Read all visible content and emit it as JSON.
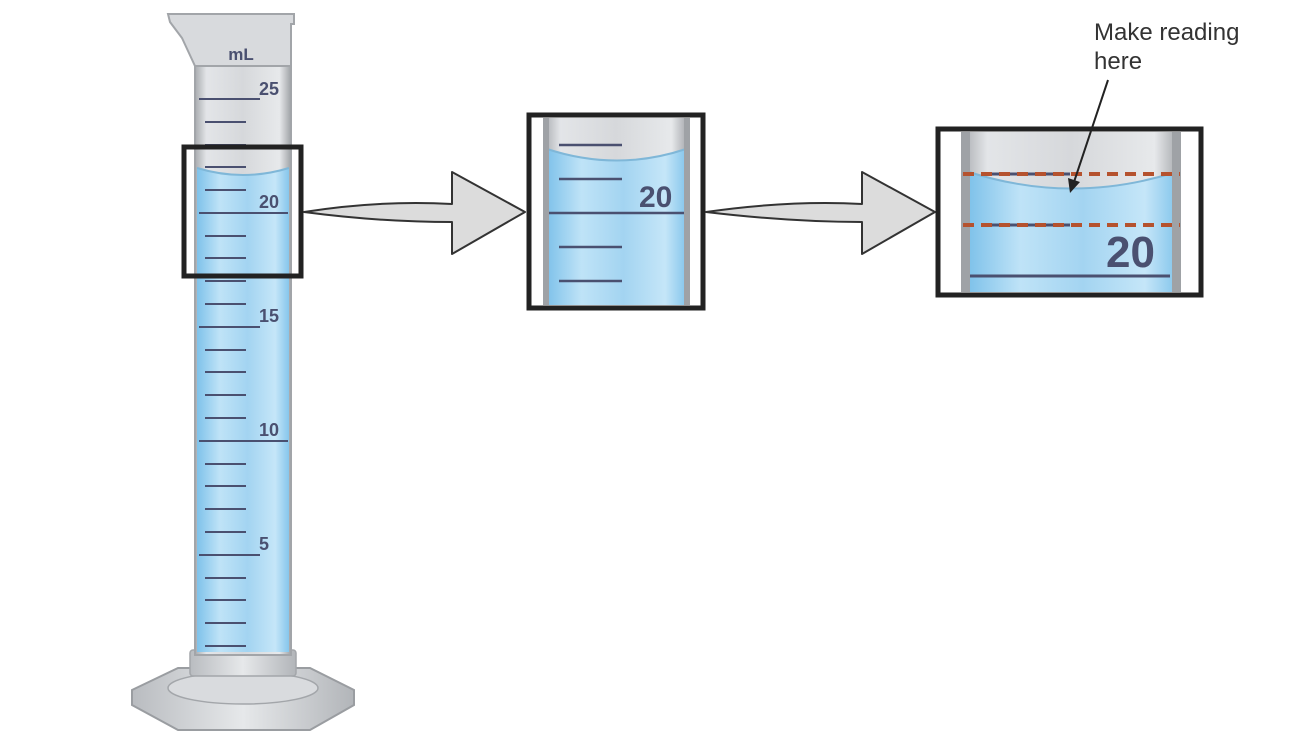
{
  "unit_label": "mL",
  "scale_labels": [
    "25",
    "20",
    "15",
    "10",
    "5"
  ],
  "zoom1_label": "20",
  "zoom2_label": "20",
  "annotation": "Make reading here",
  "colors": {
    "liquid": "#a9d8f3",
    "glass": "#d4d6d9",
    "graduation": "#4a5070",
    "dashed_guide": "#b5522e",
    "frame": "#222222",
    "arrow_fill": "#dcdcdc"
  },
  "icons": [
    "zoom-arrow-icon",
    "pointer-arrow-icon"
  ]
}
